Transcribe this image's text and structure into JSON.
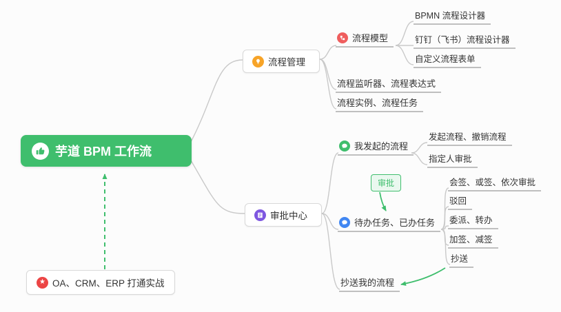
{
  "colors": {
    "root_bg": "#3fbe6d",
    "accent_green": "#3fbe6d",
    "orange": "#f7a428",
    "red": "#ef5e5e",
    "blue": "#4187f2",
    "purple": "#7e57e0",
    "star_red": "#ec4545",
    "connector": "#c9c9c9",
    "underline": "#bfbfbf",
    "callout_bg": "#eaf8ef",
    "node_border": "#d8d8d8",
    "text": "#333333"
  },
  "root": {
    "label": "芋道 BPM 工作流"
  },
  "floating_note": {
    "label": "OA、CRM、ERP 打通实战"
  },
  "callout": {
    "label": "审批"
  },
  "branch_process": {
    "label": "流程管理",
    "model": {
      "label": "流程模型",
      "children": [
        {
          "label": "BPMN 流程设计器"
        },
        {
          "label": "钉钉（飞书）流程设计器"
        },
        {
          "label": "自定义流程表单"
        }
      ]
    },
    "listener": {
      "label": "流程监听器、流程表达式"
    },
    "instance": {
      "label": "流程实例、流程任务"
    }
  },
  "branch_approval": {
    "label": "审批中心",
    "my_initiated": {
      "label": "我发起的流程",
      "children": [
        {
          "label": "发起流程、撤销流程"
        },
        {
          "label": "指定人审批"
        }
      ]
    },
    "todo_done": {
      "label": "待办任务、已办任务",
      "children": [
        {
          "label": "会签、或签、依次审批"
        },
        {
          "label": "驳回"
        },
        {
          "label": "委派、转办"
        },
        {
          "label": "加签、减签"
        },
        {
          "label": "抄送"
        }
      ]
    },
    "cc_my": {
      "label": "抄送我的流程"
    }
  }
}
